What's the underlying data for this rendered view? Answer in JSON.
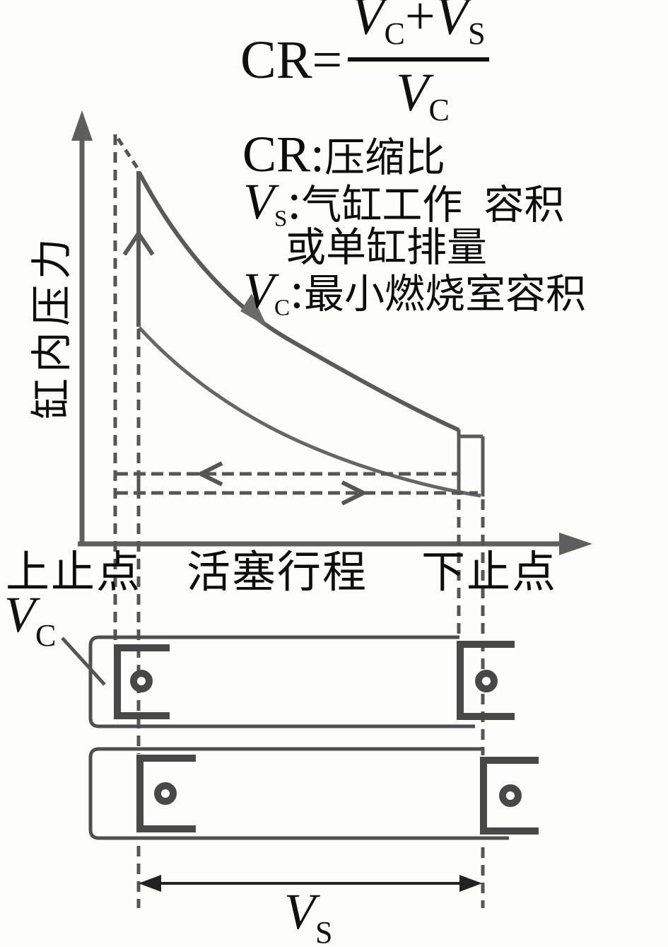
{
  "formula": {
    "lhs": "CR",
    "equals": "=",
    "num_v1": "V",
    "num_sub1": "C",
    "plus": "+",
    "num_v2": "V",
    "num_sub2": "S",
    "den_v": "V",
    "den_sub": "C"
  },
  "legend": {
    "line1_term": "CR",
    "line1_colon": ":",
    "line1_text": "压缩比",
    "line2_v": "V",
    "line2_sub": "S",
    "line2_colon": ":",
    "line2_text1": "气缸工作",
    "line2_text2": "容积",
    "line3_text": "或单缸排量",
    "line4_v": "V",
    "line4_sub": "C",
    "line4_colon": ":",
    "line4_text": "最小燃烧室容积"
  },
  "graph": {
    "y_axis_label": "缸内压力",
    "x_label_tdc": "上止点",
    "x_label_stroke": "活塞行程",
    "x_label_bdc": "下止点"
  },
  "cylinders": {
    "vc_label_v": "V",
    "vc_label_sub": "C",
    "vs_label_v": "V",
    "vs_label_sub": "S"
  },
  "colors": {
    "ink": "#111111",
    "diagram_line": "#5a5a5a",
    "dashed_line": "#555555",
    "piston": "#484848"
  }
}
